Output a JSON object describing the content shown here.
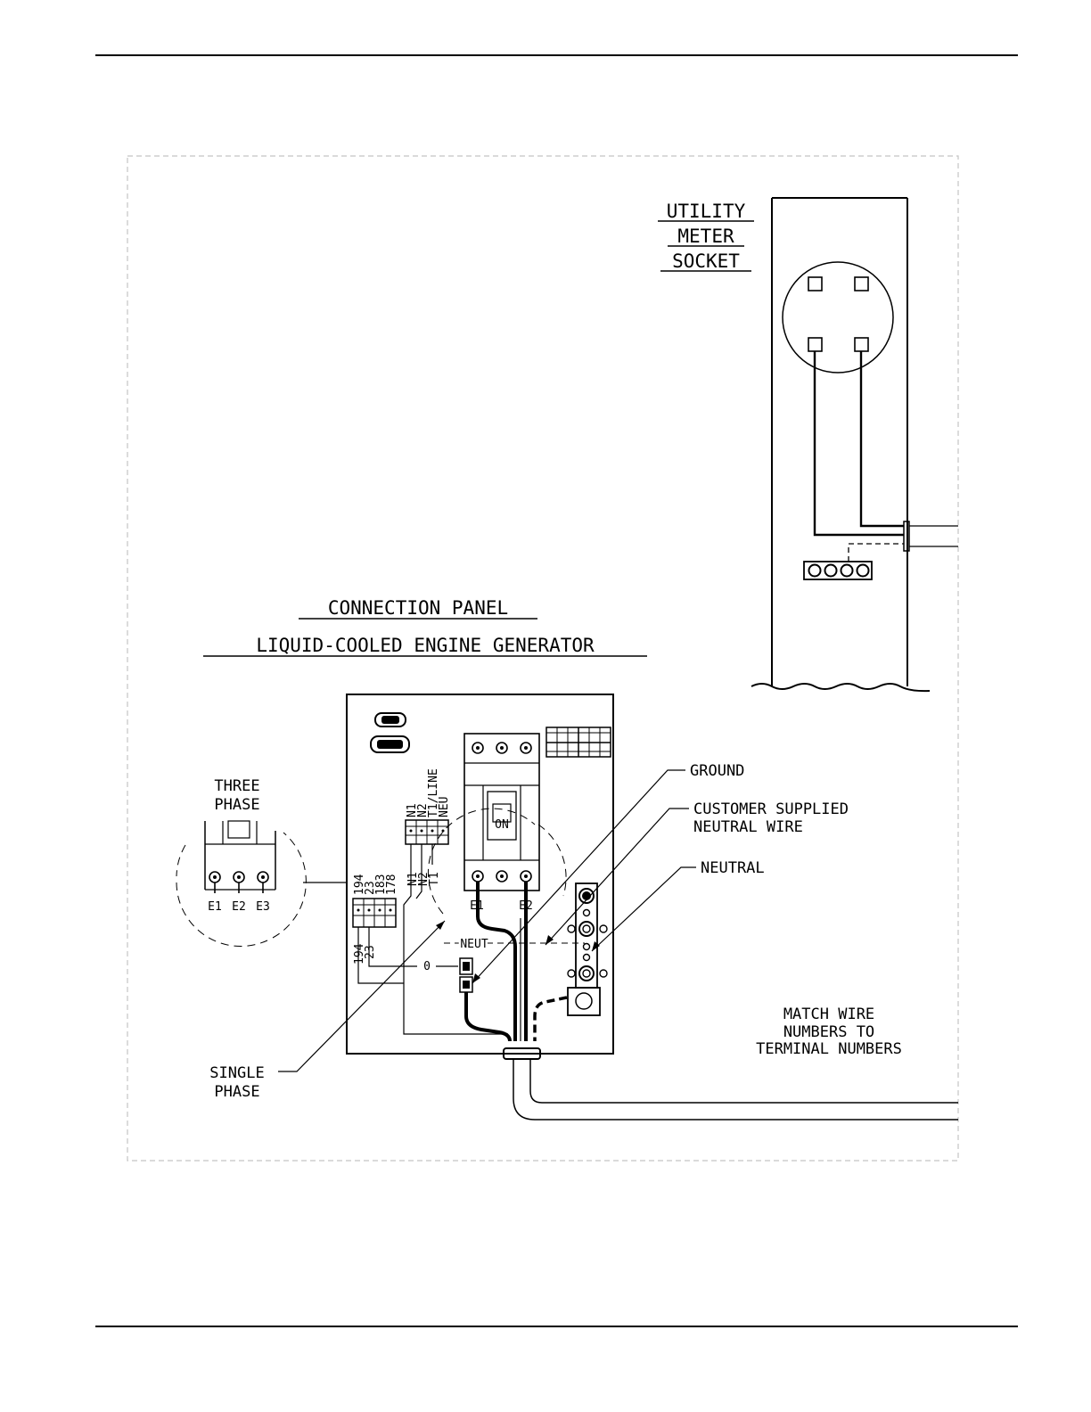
{
  "utility_meter_socket": {
    "line1": "UTILITY",
    "line2": "METER",
    "line3": "SOCKET"
  },
  "connection_panel": {
    "title_line1": "CONNECTION PANEL",
    "title_line2": "LIQUID-COOLED ENGINE GENERATOR"
  },
  "three_phase": {
    "line1": "THREE",
    "line2": "PHASE",
    "terminals": [
      "E1",
      "E2",
      "E3"
    ]
  },
  "single_phase": {
    "line1": "SINGLE",
    "line2": "PHASE"
  },
  "callouts": {
    "ground": "GROUND",
    "customer_neutral_line1": "CUSTOMER SUPPLIED",
    "customer_neutral_line2": "NEUTRAL WIRE",
    "neutral": "NEUTRAL",
    "neut": "NEUT",
    "zero": "0"
  },
  "breaker_terminals": [
    "E1",
    "E2"
  ],
  "breaker_on_text": "ON",
  "upper_terminal_block_labels": [
    "N1",
    "N2",
    "T1/LINE",
    "NEU"
  ],
  "lower_terminal_labels": [
    "N1",
    "N2",
    "T1"
  ],
  "left_terminal_labels": [
    "194",
    "23",
    "183",
    "178"
  ],
  "left_bottom_labels": [
    "194",
    "23"
  ],
  "match_note": {
    "line1": "MATCH WIRE",
    "line2": "NUMBERS TO",
    "line3": "TERMINAL NUMBERS"
  },
  "colors": {
    "ink": "#000000",
    "frame": "#bbbbbb",
    "rule": "#000000"
  }
}
